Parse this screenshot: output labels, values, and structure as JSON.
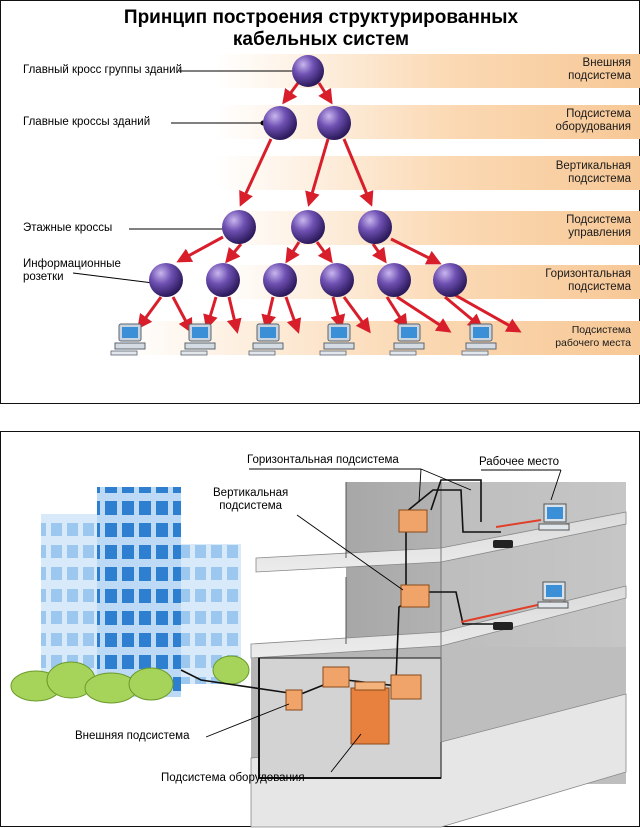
{
  "title": {
    "line1": "Принцип построения структурированных",
    "line2": "кабельных систем"
  },
  "left_labels": {
    "group_cross": "Главный кросс группы зданий",
    "building_cross": "Главные кроссы зданий",
    "floor_cross": "Этажные кроссы",
    "outlets_line1": "Информационные",
    "outlets_line2": "розетки"
  },
  "subsystems": [
    {
      "line1": "Внешняя",
      "line2": "подсистема"
    },
    {
      "line1": "Подсистема",
      "line2": "оборудования"
    },
    {
      "line1": "Вертикальная",
      "line2": "подсистема"
    },
    {
      "line1": "Подсистема",
      "line2": "управления"
    },
    {
      "line1": "Горизонтальная",
      "line2": "подсистема"
    },
    {
      "line1": "Подсистема",
      "line2": "рабочего места"
    }
  ],
  "building_labels": {
    "horizontal": "Горизонтальная подсистема",
    "workplace": "Рабочее место",
    "vertical_line1": "Вертикальная",
    "vertical_line2": "подсистема",
    "external": "Внешняя подсистема",
    "equipment": "Подсистема оборудования"
  },
  "colors": {
    "node": "#5a3f9a",
    "arrow": "#d81e2a",
    "band": "#fbd9b4",
    "panel_orange": "#f0a46a"
  }
}
